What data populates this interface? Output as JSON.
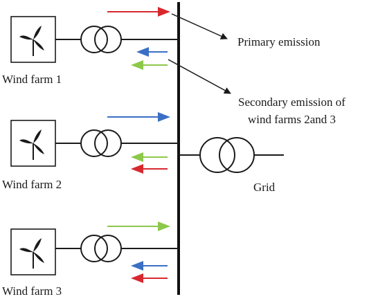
{
  "wind_farms": [
    {
      "label": "Wind farm 1",
      "icon": "wind-turbine-icon"
    },
    {
      "label": "Wind farm 2",
      "icon": "wind-turbine-icon"
    },
    {
      "label": "Wind farm 3",
      "icon": "wind-turbine-icon"
    }
  ],
  "grid": {
    "label": "Grid",
    "icon": "transformer-icon"
  },
  "annotations": {
    "primary": "Primary emission",
    "secondary_line1": "Secondary emission of",
    "secondary_line2": "wind farms 2and 3"
  },
  "colors": {
    "wind_farm_1": "#d7282f",
    "wind_farm_2": "#3a6fc4",
    "wind_farm_3": "#8cc84b",
    "line": "#1a1a1a"
  },
  "emission_arrows": {
    "wind_farm_1": {
      "outgoing": "wind_farm_1",
      "incoming": [
        "wind_farm_2",
        "wind_farm_3"
      ]
    },
    "wind_farm_2": {
      "outgoing": "wind_farm_2",
      "incoming": [
        "wind_farm_3",
        "wind_farm_1"
      ]
    },
    "wind_farm_3": {
      "outgoing": "wind_farm_3",
      "incoming": [
        "wind_farm_2",
        "wind_farm_1"
      ]
    }
  }
}
